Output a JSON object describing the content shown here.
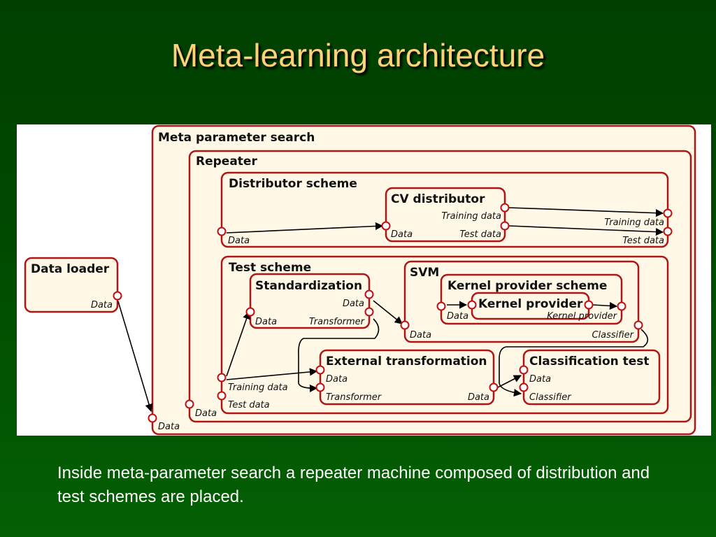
{
  "slide": {
    "title": "Meta-learning architecture",
    "caption": "Inside meta-parameter search a repeater machine composed of distribution and test schemes are placed."
  },
  "diagram": {
    "boxes": {
      "meta_search": "Meta parameter search",
      "repeater": "Repeater",
      "distributor_scheme": "Distributor scheme",
      "cv_distributor": "CV distributor",
      "test_scheme": "Test scheme",
      "standardization": "Standardization",
      "svm": "SVM",
      "kernel_provider_scheme": "Kernel provider scheme",
      "kernel_provider": "Kernel provider",
      "external_transformation": "External transformation",
      "classification_test": "Classification test",
      "data_loader": "Data loader"
    },
    "ports": {
      "data": "Data",
      "training_data": "Training data",
      "test_data": "Test data",
      "transformer": "Transformer",
      "classifier": "Classifier",
      "kernel_provider": "Kernel provider"
    }
  },
  "colors": {
    "box_border": "#b01515",
    "box_fill": "#fff8e6",
    "title": "#ffd27a",
    "background": "#004a00"
  }
}
